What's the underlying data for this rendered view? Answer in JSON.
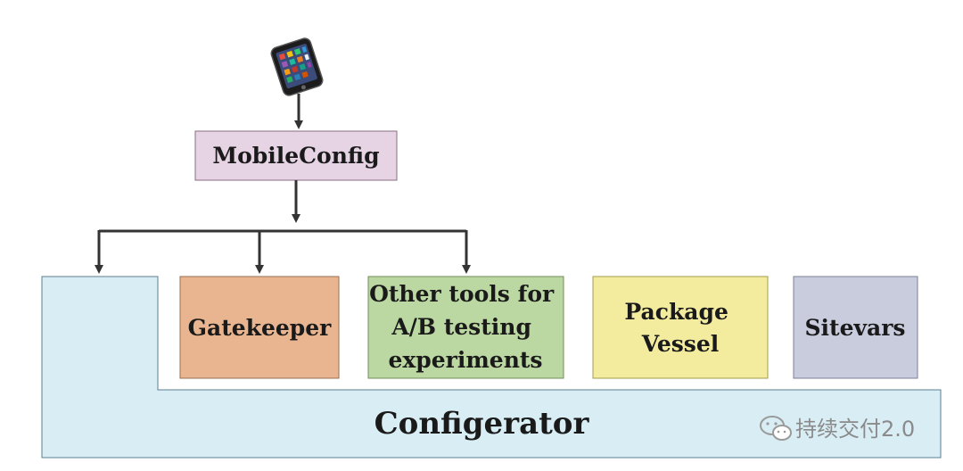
{
  "diagram": {
    "phone": {
      "icon": "smartphone-icon"
    },
    "mobileconfig": {
      "label": "MobileConfig",
      "color": "#e6d3e3"
    },
    "gatekeeper": {
      "label": "Gatekeeper",
      "color": "#e9b590"
    },
    "other_tools": {
      "lines": [
        "Other tools for",
        "A/B testing",
        "experiments"
      ],
      "color": "#bcd8a2"
    },
    "package_vessel": {
      "lines": [
        "Package",
        "Vessel"
      ],
      "color": "#f3ec9e"
    },
    "sitevars": {
      "label": "Sitevars",
      "color": "#c9ccdc"
    },
    "configerator": {
      "label": "Configerator",
      "color": "#d9eef4"
    },
    "connector_color": "#333333"
  },
  "watermark": {
    "icon": "wechat-icon",
    "text": "持续交付2.0"
  }
}
